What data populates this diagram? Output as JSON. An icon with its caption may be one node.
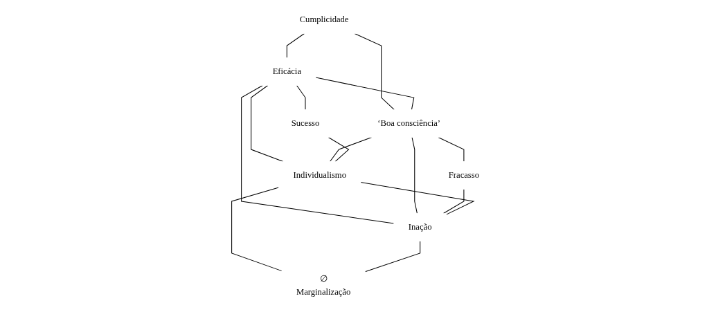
{
  "diagram": {
    "nodes": [
      {
        "text": [
          "Cumplicidade"
        ]
      },
      {
        "text": [
          "Eficácia"
        ]
      },
      {
        "text": [
          "‘Boa consciência’"
        ]
      },
      {
        "text": [
          "Sucesso"
        ]
      },
      {
        "text": [
          "Fracasso"
        ]
      },
      {
        "text": [
          "Individualismo"
        ]
      },
      {
        "text": [
          "Inação"
        ]
      },
      {
        "text": [
          "∅",
          "Marginalização"
        ]
      }
    ],
    "edges": [
      {
        "from": 0,
        "to": 1,
        "arrow": "none"
      },
      {
        "from": 0,
        "to": 2,
        "arrow": "none"
      },
      {
        "from": 1,
        "to": 2,
        "arrow": "none"
      },
      {
        "from": 1,
        "to": 3,
        "arrow": "none"
      },
      {
        "from": 2,
        "to": 4,
        "arrow": "none"
      },
      {
        "from": 1,
        "to": 5,
        "arrow": "none"
      },
      {
        "from": 1,
        "to": 6,
        "arrow": "none"
      },
      {
        "from": 2,
        "to": 5,
        "arrow": "none"
      },
      {
        "from": 2,
        "to": 6,
        "arrow": "none"
      },
      {
        "from": 3,
        "to": 5,
        "arrow": "none"
      },
      {
        "from": 4,
        "to": 6,
        "arrow": "none"
      },
      {
        "from": 5,
        "to": 6,
        "arrow": "none"
      },
      {
        "from": 5,
        "to": 7,
        "arrow": "none"
      },
      {
        "from": 6,
        "to": 7,
        "arrow": "none"
      }
    ]
  }
}
